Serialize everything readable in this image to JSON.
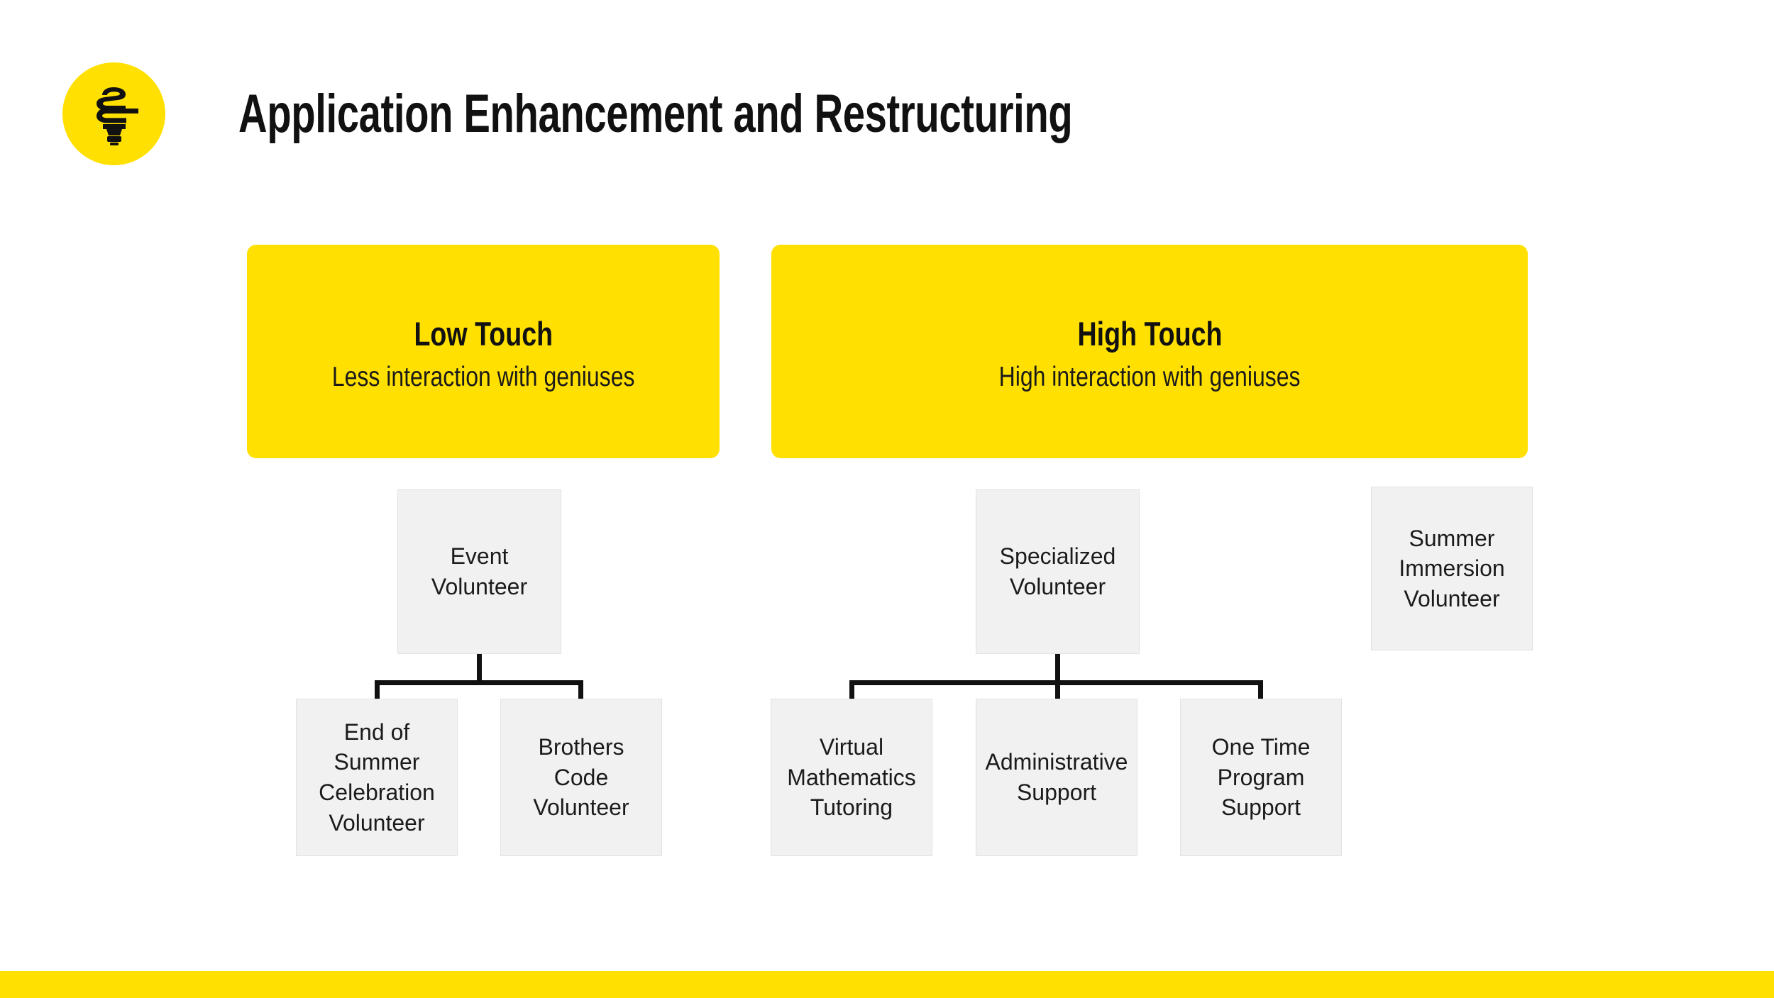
{
  "slide": {
    "background_color": "#ffffff",
    "accent_color": "#FFE000",
    "node_fill_color": "#F1F1F1",
    "connector_color": "#111111"
  },
  "header": {
    "title": "Application Enhancement and Restructuring",
    "logo_icon": "lightbulb-cfl-icon"
  },
  "categories": [
    {
      "id": "low-touch",
      "title": "Low Touch",
      "subtitle": "Less interaction with geniuses"
    },
    {
      "id": "high-touch",
      "title": "High Touch",
      "subtitle": "High interaction with geniuses"
    }
  ],
  "org_chart": {
    "nodes": [
      {
        "id": "event",
        "label": "Event\nVolunteer",
        "parent": null,
        "group": "low-touch"
      },
      {
        "id": "end-summer",
        "label": "End of\nSummer\nCelebration\nVolunteer",
        "parent": "event",
        "group": "low-touch"
      },
      {
        "id": "brothers",
        "label": "Brothers Code\nVolunteer",
        "parent": "event",
        "group": "low-touch"
      },
      {
        "id": "specialized",
        "label": "Specialized\nVolunteer",
        "parent": null,
        "group": "high-touch"
      },
      {
        "id": "virtual",
        "label": "Virtual\nMathematics\nTutoring",
        "parent": "specialized",
        "group": "high-touch"
      },
      {
        "id": "admin",
        "label": "Administrative\nSupport",
        "parent": "specialized",
        "group": "high-touch"
      },
      {
        "id": "one-time",
        "label": "One Time\nProgram\nSupport",
        "parent": "specialized",
        "group": "high-touch"
      },
      {
        "id": "summer",
        "label": "Summer\nImmersion\nVolunteer",
        "parent": null,
        "group": "high-touch"
      }
    ]
  },
  "footer": {
    "accent_bar_color": "#FFE000"
  }
}
